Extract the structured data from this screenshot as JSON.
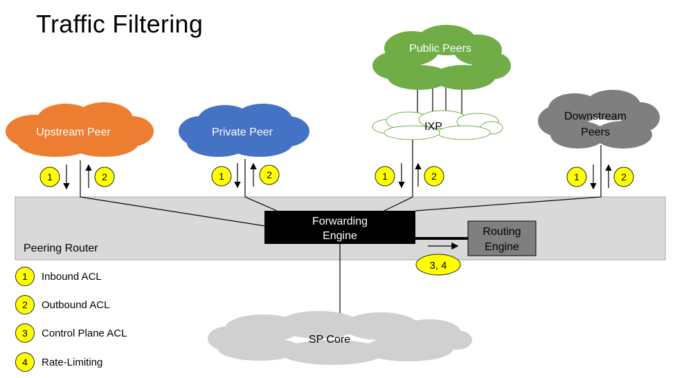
{
  "title": "Traffic Filtering",
  "clouds": {
    "upstream": {
      "label": "Upstream Peer",
      "color": "#ed7d31"
    },
    "private": {
      "label": "Private Peer",
      "color": "#4472c4"
    },
    "public": {
      "label": "Public Peers",
      "color": "#70ad47"
    },
    "ixp": {
      "label": "IXP",
      "color": "#ffffff",
      "stroke": "#70ad47"
    },
    "downstream": {
      "label_line1": "Downstream",
      "label_line2": "Peers",
      "color": "#7f7f7f"
    },
    "core": {
      "label": "SP Core",
      "color": "#d0d0d0"
    }
  },
  "router": {
    "label": "Peering Router",
    "color": "#d9d9d9"
  },
  "forwarding_engine": {
    "label_line1": "Forwarding",
    "label_line2": "Engine"
  },
  "routing_engine": {
    "label_line1": "Routing",
    "label_line2": "Engine"
  },
  "badges": {
    "one": "1",
    "two": "2",
    "control": "3, 4"
  },
  "legend": [
    {
      "num": "1",
      "label": "Inbound ACL"
    },
    {
      "num": "2",
      "label": "Outbound ACL"
    },
    {
      "num": "3",
      "label": "Control Plane ACL"
    },
    {
      "num": "4",
      "label": "Rate-Limiting"
    }
  ],
  "colors": {
    "badge": "#ffff00",
    "engine": "#000000",
    "routing_engine": "#7f7f7f"
  }
}
